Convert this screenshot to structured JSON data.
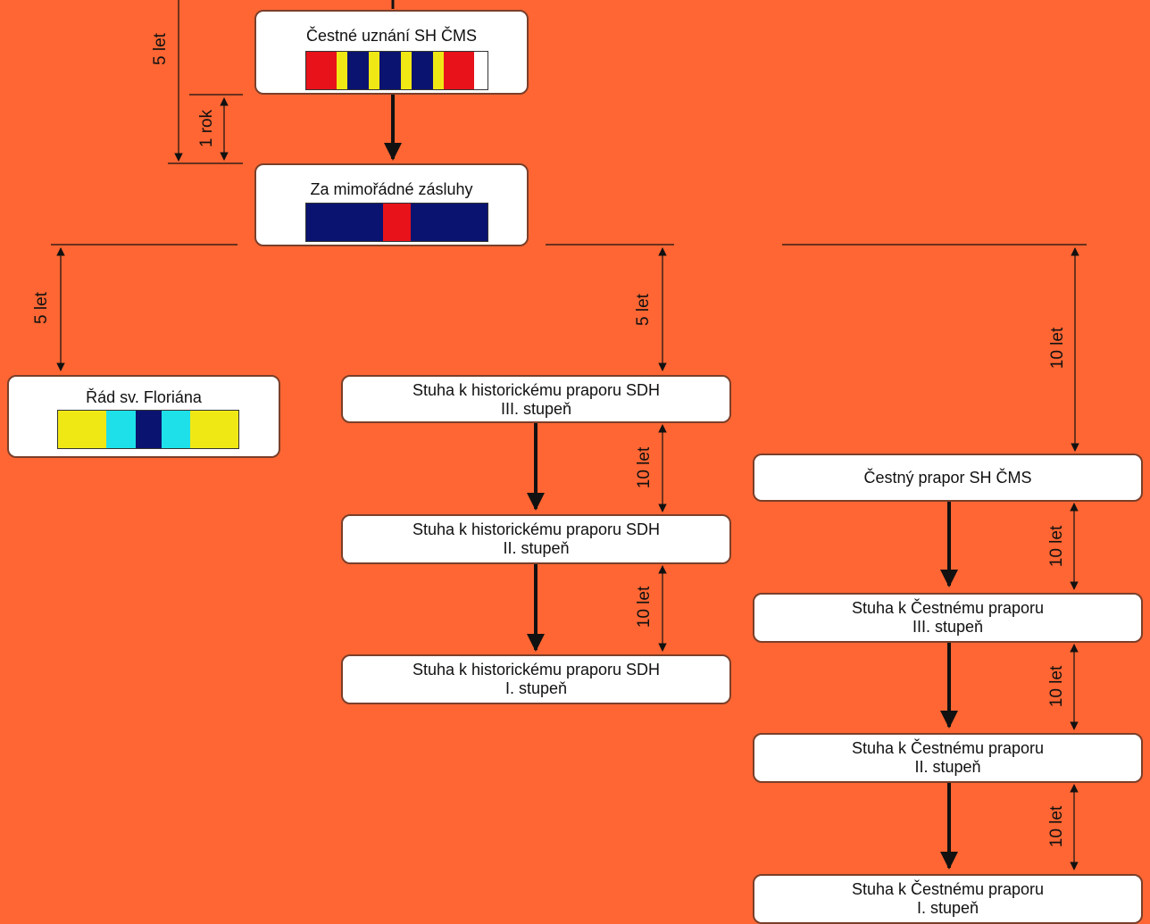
{
  "colors": {
    "background": "#ff6633",
    "line": "#111111",
    "red": "#e8121b",
    "yellow": "#f0e814",
    "navy": "#0b1370",
    "cyan": "#1ee0e8"
  },
  "nodes": {
    "cestne_uznani": {
      "label": "Čestné uznání SH ČMS",
      "ribbon": [
        "#e8121b",
        "#f0e814",
        "#0b1370",
        "#f0e814",
        "#0b1370",
        "#f0e814",
        "#0b1370",
        "#f0e814",
        "#e8121b"
      ]
    },
    "mimoradne_zasluhy": {
      "label": "Za mimořádné zásluhy",
      "ribbon": [
        "#0b1370",
        "#e8121b",
        "#0b1370"
      ]
    },
    "rad_floriana": {
      "label": "Řád sv. Floriána",
      "ribbon": [
        "#f0e814",
        "#1ee0e8",
        "#0b1370",
        "#1ee0e8",
        "#f0e814"
      ]
    },
    "hist_3": {
      "line1": "Stuha k historickému praporu SDH",
      "line2": "III. stupeň"
    },
    "hist_2": {
      "line1": "Stuha k historickému praporu SDH",
      "line2": "II. stupeň"
    },
    "hist_1": {
      "line1": "Stuha k historickému praporu SDH",
      "line2": "I. stupeň"
    },
    "cestny_prapor": {
      "label": "Čestný prapor SH ČMS"
    },
    "cest_3": {
      "line1": "Stuha k Čestnému praporu",
      "line2": "III. stupeň"
    },
    "cest_2": {
      "line1": "Stuha k Čestnému praporu",
      "line2": "II. stupeň"
    },
    "cest_1": {
      "line1": "Stuha k Čestnému praporu",
      "line2": "I. stupeň"
    }
  },
  "intervals": {
    "top_left": "5 let",
    "one_year": "1 rok",
    "to_florian": "5 let",
    "to_hist": "5 let",
    "to_prapor": "10 let",
    "hist_3_2": "10 let",
    "hist_2_1": "10 let",
    "cest_0_3": "10 let",
    "cest_3_2": "10 let",
    "cest_2_1": "10 let"
  }
}
